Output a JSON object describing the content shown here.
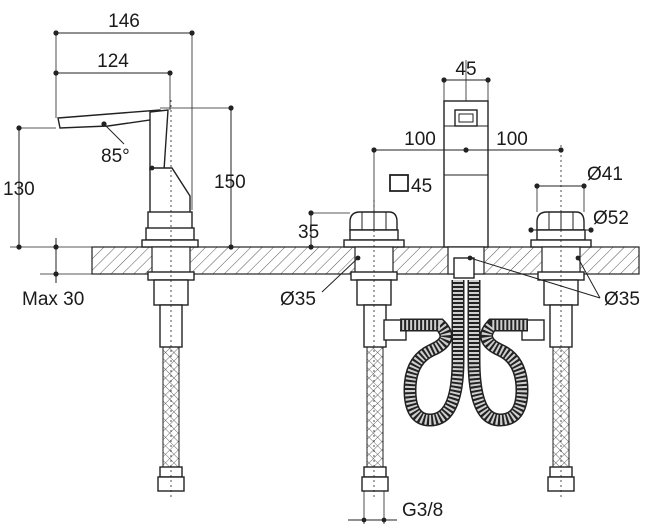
{
  "dimensions": {
    "handle_height": "146",
    "spout_length": "124",
    "handle_angle": "85°",
    "spout_height": "130",
    "total_height": "150",
    "max_deck": "Max 30",
    "hole_dia_left": "Ø35",
    "hole_dia_right": "Ø35",
    "deck_offset": "35",
    "spout_width": "45",
    "spout_square": "45",
    "spacing_left": "100",
    "spacing_right": "100",
    "valve_dia": "Ø41",
    "flange_dia": "Ø52",
    "connection": "G3/8"
  },
  "colors": {
    "line": "#222222",
    "hatch": "#555555",
    "background": "#ffffff"
  }
}
